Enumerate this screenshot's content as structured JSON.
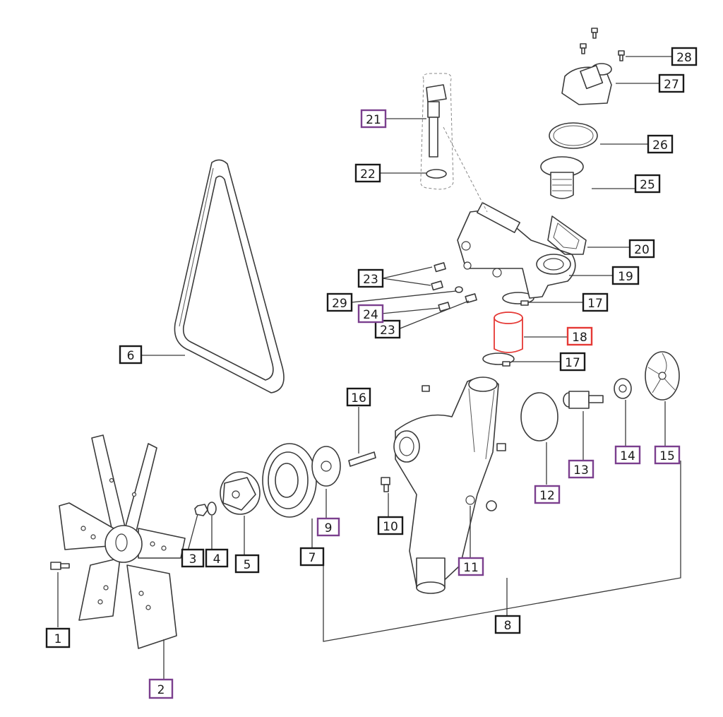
{
  "callouts": [
    {
      "id": "1",
      "text": "1",
      "style": "black"
    },
    {
      "id": "2",
      "text": "2",
      "style": "purple"
    },
    {
      "id": "3",
      "text": "3",
      "style": "black"
    },
    {
      "id": "4",
      "text": "4",
      "style": "black"
    },
    {
      "id": "5",
      "text": "5",
      "style": "black"
    },
    {
      "id": "6",
      "text": "6",
      "style": "black"
    },
    {
      "id": "7",
      "text": "7",
      "style": "black"
    },
    {
      "id": "8",
      "text": "8",
      "style": "black"
    },
    {
      "id": "9",
      "text": "9",
      "style": "purple"
    },
    {
      "id": "10",
      "text": "10",
      "style": "black"
    },
    {
      "id": "11",
      "text": "11",
      "style": "purple"
    },
    {
      "id": "12",
      "text": "12",
      "style": "purple"
    },
    {
      "id": "13",
      "text": "13",
      "style": "purple"
    },
    {
      "id": "14",
      "text": "14",
      "style": "purple"
    },
    {
      "id": "15",
      "text": "15",
      "style": "purple"
    },
    {
      "id": "16",
      "text": "16",
      "style": "black"
    },
    {
      "id": "17a",
      "text": "17",
      "style": "black"
    },
    {
      "id": "17b",
      "text": "17",
      "style": "black"
    },
    {
      "id": "18",
      "text": "18",
      "style": "red"
    },
    {
      "id": "19",
      "text": "19",
      "style": "black"
    },
    {
      "id": "20",
      "text": "20",
      "style": "black"
    },
    {
      "id": "21",
      "text": "21",
      "style": "purple"
    },
    {
      "id": "22",
      "text": "22",
      "style": "black"
    },
    {
      "id": "23a",
      "text": "23",
      "style": "black"
    },
    {
      "id": "23b",
      "text": "23",
      "style": "black"
    },
    {
      "id": "24",
      "text": "24",
      "style": "purple"
    },
    {
      "id": "25",
      "text": "25",
      "style": "black"
    },
    {
      "id": "26",
      "text": "26",
      "style": "black"
    },
    {
      "id": "27",
      "text": "27",
      "style": "black"
    },
    {
      "id": "28",
      "text": "28",
      "style": "black"
    },
    {
      "id": "29",
      "text": "29",
      "style": "black"
    }
  ],
  "colors": {
    "line": "#3a3a3a",
    "callout_default": "#1a1a1a",
    "callout_highlight": "#7b3f8e",
    "callout_selected": "#e53935"
  }
}
